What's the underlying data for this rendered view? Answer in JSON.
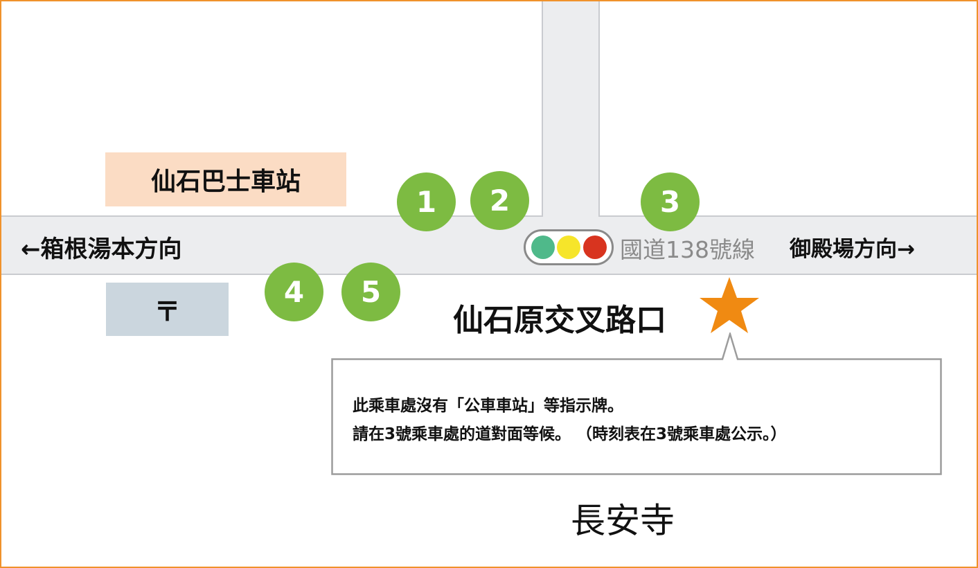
{
  "map": {
    "left_direction": "←箱根湯本方向",
    "right_direction": "御殿場方向→",
    "route_label": "國道138號線",
    "bus_station": "仙石巴士車站",
    "post_office_symbol": "〒",
    "intersection_name": "仙石原交叉路口",
    "temple": "長安寺",
    "stops": [
      {
        "number": "1"
      },
      {
        "number": "2"
      },
      {
        "number": "3"
      },
      {
        "number": "4"
      },
      {
        "number": "5"
      }
    ],
    "note": {
      "line1": "此乘車處沒有「公車車站」等指示牌。",
      "line2": "請在3號乘車處的道對面等候。 （時刻表在3號乘車處公示。）"
    }
  },
  "colors": {
    "frame": "#f0922b",
    "stop_marker": "#7dbb42",
    "star": "#f08a12",
    "signal_green": "#4fb98a",
    "signal_yellow": "#f6e52a",
    "signal_red": "#d8341f",
    "station_bg": "#fbdcc4",
    "post_bg": "#cbd6de"
  },
  "icons": {
    "traffic_signal": "traffic-light-icon",
    "intersection_marker": "star-icon"
  }
}
